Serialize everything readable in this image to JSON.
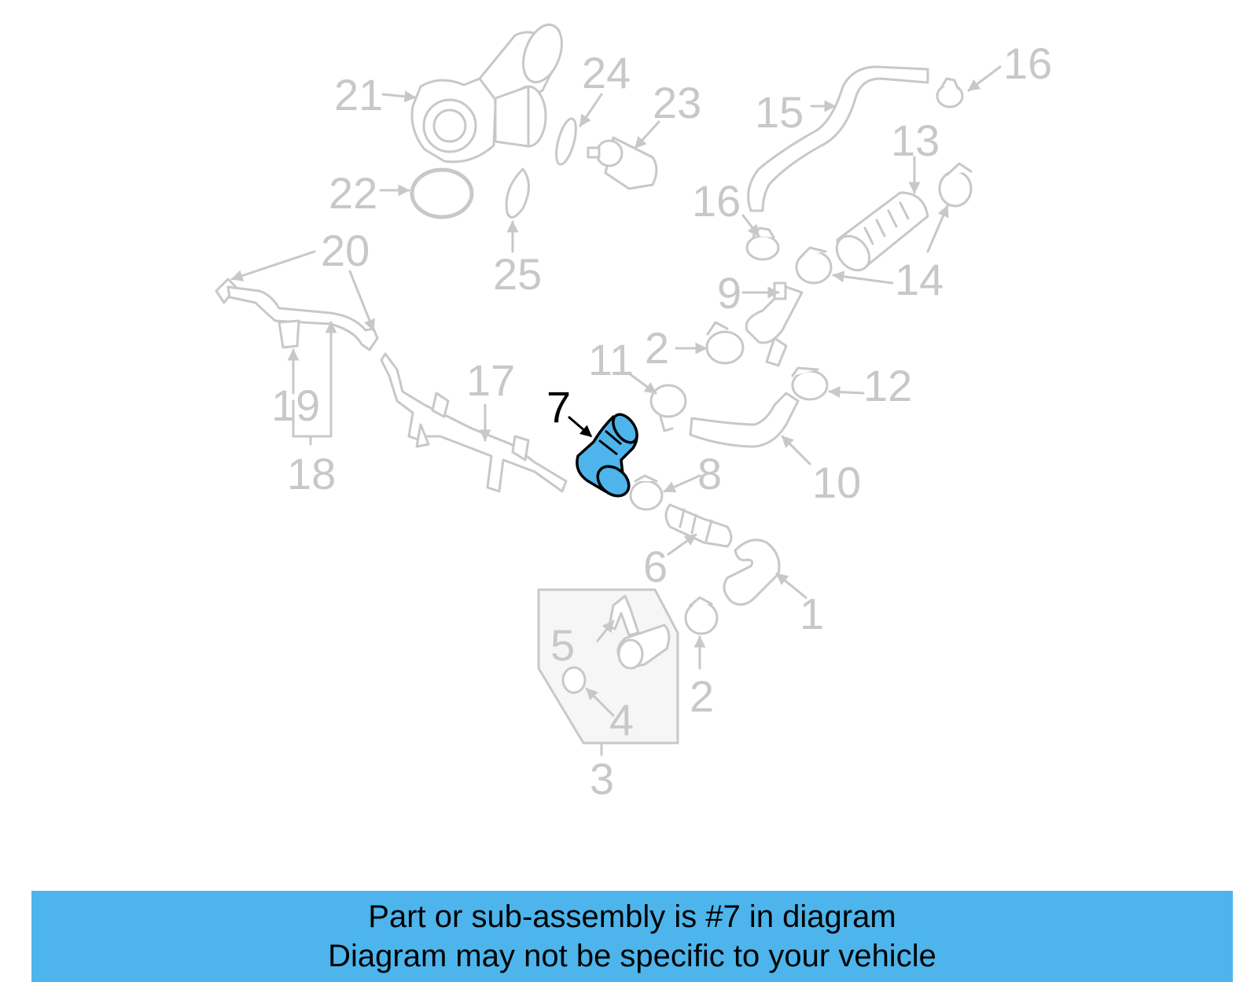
{
  "diagram": {
    "highlighted_part": "7",
    "highlight_color": "#4db5ec",
    "callout_color": "#c8c8c8",
    "callouts": {
      "c1": "1",
      "c2a": "2",
      "c2b": "2",
      "c3": "3",
      "c4": "4",
      "c5": "5",
      "c6": "6",
      "c7": "7",
      "c8": "8",
      "c9": "9",
      "c10": "10",
      "c11": "11",
      "c12": "12",
      "c13": "13",
      "c14": "14",
      "c15": "15",
      "c16a": "16",
      "c16b": "16",
      "c17": "17",
      "c18": "18",
      "c19": "19",
      "c20": "20",
      "c21": "21",
      "c22": "22",
      "c23": "23",
      "c24": "24",
      "c25": "25"
    }
  },
  "footer": {
    "line1": "Part or sub-assembly is #7 in diagram",
    "line2": "Diagram may not be specific to your vehicle",
    "background": "#4db5ec"
  }
}
